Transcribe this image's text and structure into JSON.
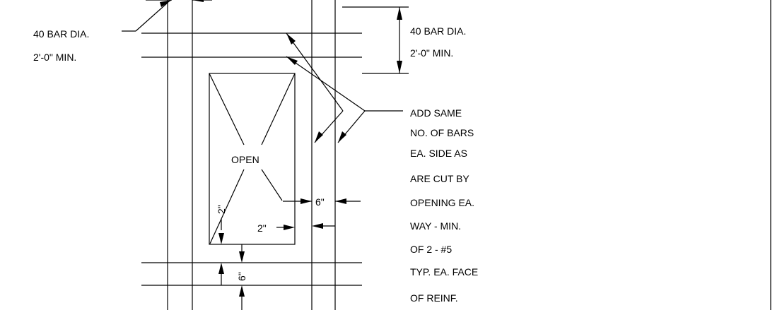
{
  "labels": {
    "left_40_bar_dia": "40 BAR DIA.",
    "left_2ft_min": "2'-0\" MIN.",
    "right_40_bar_dia": "40 BAR DIA.",
    "right_2ft_min": "2'-0\" MIN.",
    "open": "OPEN",
    "six_inch_right": "6\"",
    "two_inch_bottom": "2\"",
    "two_inch_left": "2\"",
    "six_inch_bottom": "6\""
  },
  "note_lines": [
    "ADD SAME",
    "NO. OF BARS",
    "EA. SIDE AS",
    "ARE CUT BY",
    "OPENING EA.",
    "WAY - MIN.",
    "OF 2 - #5",
    "TYP. EA. FACE",
    "OF REINF."
  ],
  "colors": {
    "line": "#000000",
    "background": "#ffffff"
  }
}
